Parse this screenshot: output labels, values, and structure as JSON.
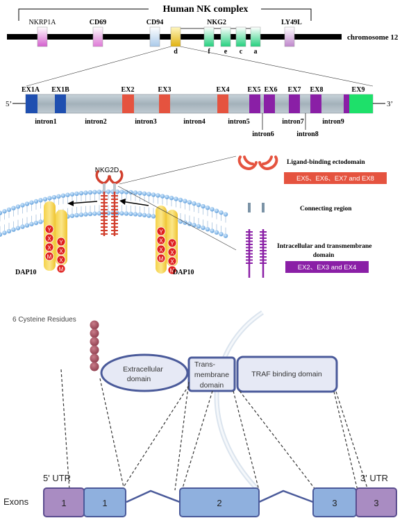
{
  "top": {
    "complex_title": "Human NK complex",
    "chromosome_label": "chromosome 12",
    "genes": [
      {
        "label": "NKRP1A",
        "color": "#e07ad8"
      },
      {
        "label": "CD69",
        "color": "#e88de0"
      },
      {
        "label": "CD94",
        "color": "#bcd6ee"
      },
      {
        "label": "NKG2",
        "color": "#2fd38a"
      },
      {
        "label": "LY49L",
        "color": "#c88fd0"
      }
    ],
    "nkg2_subgenes": [
      "d",
      "f",
      "e",
      "c",
      "a"
    ]
  },
  "gene_structure": {
    "five_prime": "5’",
    "three_prime": "3’",
    "exon_labels": [
      "EX1A",
      "EX1B",
      "EX2",
      "EX3",
      "EX4",
      "EX5",
      "EX6",
      "EX7",
      "EX8",
      "EX9"
    ],
    "intron_labels": [
      "intron1",
      "intron2",
      "intron3",
      "intron4",
      "intron5",
      "intron6",
      "intron7",
      "intron8",
      "intron9"
    ],
    "colors": {
      "blue_exon": "#1f4fb0",
      "red_exon": "#e5533f",
      "purple_exon": "#8a1fa6",
      "green_exon": "#1ee06a",
      "intron": "#a9b6bf"
    }
  },
  "receptor": {
    "nkg2d_label": "NKG2D",
    "dap10_left": "DAP10",
    "dap10_right": "DAP10",
    "yxxm_letters": [
      "Y",
      "X",
      "X",
      "M"
    ],
    "legend": {
      "ligand_title": "Ligand-binding ectodomain",
      "ligand_exons": "EX5、EX6、EX7 and EX8",
      "connecting_title": "Connecting region",
      "intracellular_title_1": "Intracellular and transmembrane",
      "intracellular_title_2": "domain",
      "intracellular_exons": "EX2、EX3 and EX4"
    }
  },
  "bottom": {
    "cysteine_label": "6 Cysteine Residues",
    "domain_extracellular_1": "Extracellular",
    "domain_extracellular_2": "domain",
    "domain_tm_1": "Trans-",
    "domain_tm_2": "membrane",
    "domain_tm_3": "domain",
    "domain_traf": "TRAF binding domain",
    "utr5": "5' UTR",
    "utr3": "3' UTR",
    "exons_label": "Exons",
    "exon_numbers": [
      "1",
      "1",
      "2",
      "3",
      "3"
    ]
  }
}
